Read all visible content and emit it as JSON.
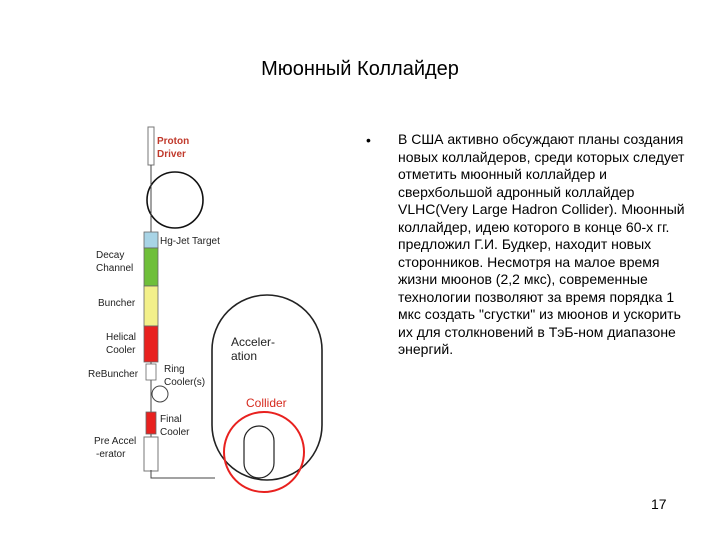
{
  "slide": {
    "title": "Мюонный Коллайдер",
    "bullet": "•",
    "text": "В США активно обсуждают планы создания новых коллайдеров, среди которых следует отметить мюонный коллайдер и сверхбольшой адронный коллайдер VLHC(Very Large Hadron Collider). Мюонный коллайдер, идею которого в конце 60-х гг. предложил Г.И. Будкер, находит новых сторонников. Несмотря на малое время жизни мюонов (2,2 мкс), современные технологии позволяют за время порядка 1 мкс создать \"сгустки\" из мюонов и ускорить их для столкновений в ТэБ-ном диапазоне энергий.",
    "page_number": "17"
  },
  "diagram": {
    "proton_driver": [
      "Proton",
      "Driver"
    ],
    "target": "Hg-Jet Target",
    "decay_channel": [
      "Decay",
      "Channel"
    ],
    "buncher": "Buncher",
    "helical_cooler": [
      "Helical",
      "Cooler"
    ],
    "rebuncher": "ReBuncher",
    "ring_cooler": [
      "Ring",
      "Cooler(s)"
    ],
    "final_cooler": [
      "Final",
      "Cooler"
    ],
    "pre_accel": [
      "Pre Accel",
      "-erator"
    ],
    "acceleration": [
      "Acceler-",
      "ation"
    ],
    "collider": "Collider",
    "colors": {
      "red": "#e8211f",
      "green": "#6fbf3a",
      "yellow": "#f3f08a",
      "light_blue": "#a8d4e6"
    }
  }
}
